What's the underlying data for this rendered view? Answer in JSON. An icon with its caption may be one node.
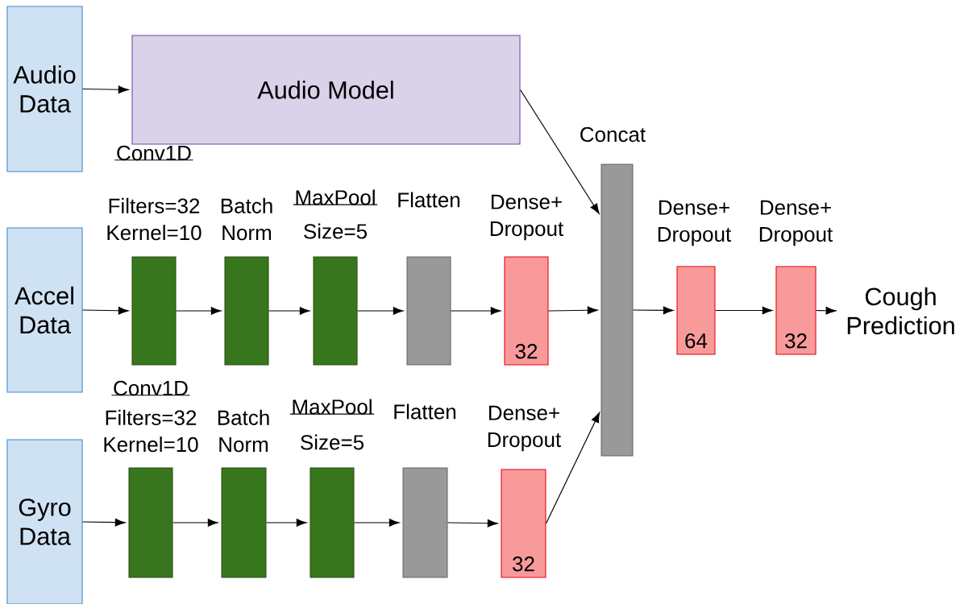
{
  "diagram": {
    "nodes": [
      {
        "text": [
          "Audio Data"
        ]
      },
      {
        "text": [
          "Audio Model"
        ]
      },
      {
        "text": [
          "Accel Data"
        ]
      },
      {
        "text": [
          "Filters=32 Kernel=10"
        ]
      },
      {
        "text": [
          "Batch Norm"
        ]
      },
      {
        "text": [
          "Size=5"
        ],
        "beside": [
          "MaxPool"
        ]
      },
      {
        "text": [
          "Flatten"
        ]
      },
      {
        "text": [
          "32"
        ],
        "beside": [
          "Dense+ Dropout"
        ]
      },
      {
        "text": [
          "Gyro Data"
        ]
      },
      {
        "text": [
          "Filters=32 Kernel=10"
        ]
      },
      {
        "text": [
          "Batch Norm"
        ]
      },
      {
        "text": [
          "Size=5"
        ],
        "beside": [
          "MaxPool"
        ]
      },
      {
        "text": [
          "Flatten"
        ]
      },
      {
        "text": [
          "32"
        ],
        "beside": [
          "Dense+ Dropout"
        ]
      },
      {
        "text": [
          "Concat"
        ]
      },
      {
        "text": [
          "64"
        ],
        "beside": [
          "Dense+ Dropout"
        ]
      },
      {
        "text": [
          "32"
        ],
        "beside": [
          "Dense+ Dropout"
        ]
      },
      {
        "text": [
          "Cough Prediction"
        ]
      }
    ],
    "edges": [
      {
        "from": 0,
        "to": 1,
        "arrow": "to"
      },
      {
        "from": 1,
        "to": 14,
        "arrow": "to"
      },
      {
        "from": 2,
        "to": 3,
        "arrow": "to"
      },
      {
        "from": 3,
        "to": 4,
        "arrow": "to"
      },
      {
        "from": 4,
        "to": 5,
        "arrow": "to"
      },
      {
        "from": 5,
        "to": 6,
        "arrow": "to"
      },
      {
        "from": 6,
        "to": 7,
        "arrow": "to"
      },
      {
        "from": 7,
        "to": 14,
        "arrow": "to"
      },
      {
        "from": 8,
        "to": 9,
        "arrow": "to"
      },
      {
        "from": 9,
        "to": 10,
        "arrow": "to"
      },
      {
        "from": 10,
        "to": 11,
        "arrow": "to"
      },
      {
        "from": 11,
        "to": 12,
        "arrow": "to"
      },
      {
        "from": 12,
        "to": 13,
        "arrow": "to"
      },
      {
        "from": 13,
        "to": 14,
        "arrow": "to"
      },
      {
        "from": 14,
        "to": 15,
        "arrow": "to"
      },
      {
        "from": 15,
        "to": 16,
        "arrow": "to"
      },
      {
        "from": 16,
        "to": 17,
        "arrow": "to"
      }
    ],
    "labels": [
      "Conv1D",
      "Conv1D"
    ]
  }
}
